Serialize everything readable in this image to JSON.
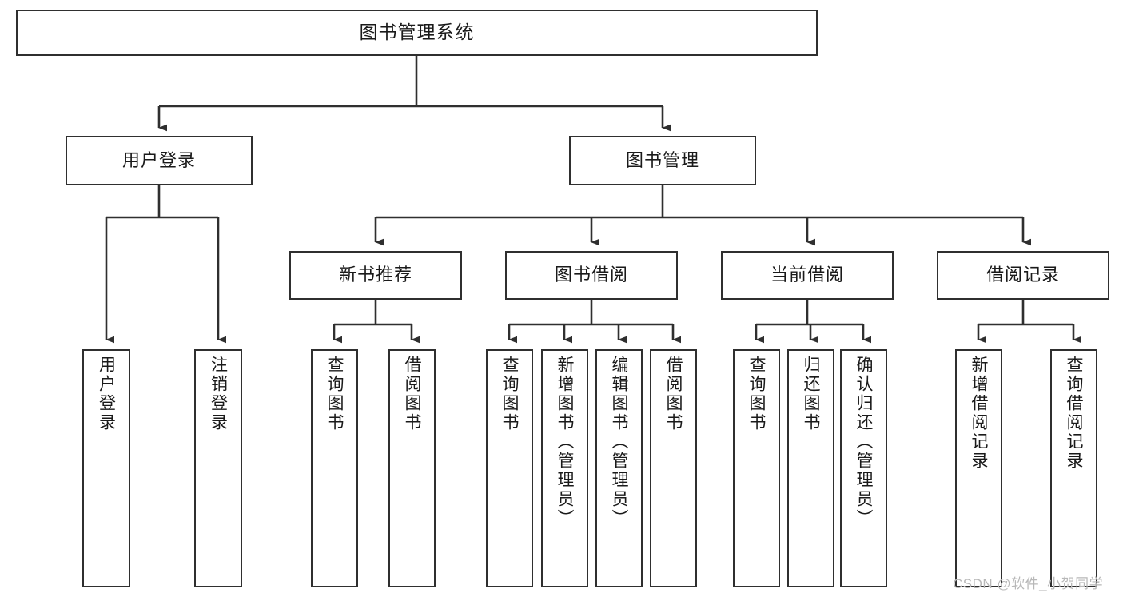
{
  "diagram": {
    "title": "图书管理系统",
    "type": "hierarchy-tree",
    "watermark": "CSDN @软件_小贺同学",
    "colors": {
      "border": "#2f2f2f",
      "background": "#ffffff",
      "text": "#1a1a1a",
      "watermark": "#b8b8b8"
    },
    "levels": {
      "level0": [
        {
          "id": "root",
          "label": "图书管理系统"
        }
      ],
      "level1": [
        {
          "id": "user-login",
          "label": "用户登录"
        },
        {
          "id": "book-manage",
          "label": "图书管理"
        }
      ],
      "level2": [
        {
          "id": "new-book-rec",
          "label": "新书推荐"
        },
        {
          "id": "book-borrow",
          "label": "图书借阅"
        },
        {
          "id": "current-borrow",
          "label": "当前借阅"
        },
        {
          "id": "borrow-record",
          "label": "借阅记录"
        }
      ],
      "leaves": [
        {
          "id": "leaf-user-login",
          "label": "用户登录",
          "parent": "user-login"
        },
        {
          "id": "leaf-user-logout",
          "label": "注销登录",
          "parent": "user-login"
        },
        {
          "id": "leaf-query-book-1",
          "label": "查询图书",
          "parent": "new-book-rec"
        },
        {
          "id": "leaf-borrow-book-1",
          "label": "借阅图书",
          "parent": "new-book-rec"
        },
        {
          "id": "leaf-query-book-2",
          "label": "查询图书",
          "parent": "book-borrow"
        },
        {
          "id": "leaf-add-book",
          "label": "新增图书（管理员）",
          "parent": "book-borrow"
        },
        {
          "id": "leaf-edit-book",
          "label": "编辑图书（管理员）",
          "parent": "book-borrow"
        },
        {
          "id": "leaf-borrow-book-2",
          "label": "借阅图书",
          "parent": "book-borrow"
        },
        {
          "id": "leaf-query-book-3",
          "label": "查询图书",
          "parent": "current-borrow"
        },
        {
          "id": "leaf-return-book",
          "label": "归还图书",
          "parent": "current-borrow"
        },
        {
          "id": "leaf-confirm-return",
          "label": "确认归还（管理员）",
          "parent": "current-borrow"
        },
        {
          "id": "leaf-add-record",
          "label": "新增借阅记录",
          "parent": "borrow-record"
        },
        {
          "id": "leaf-query-record",
          "label": "查询借阅记录",
          "parent": "borrow-record"
        }
      ]
    }
  }
}
